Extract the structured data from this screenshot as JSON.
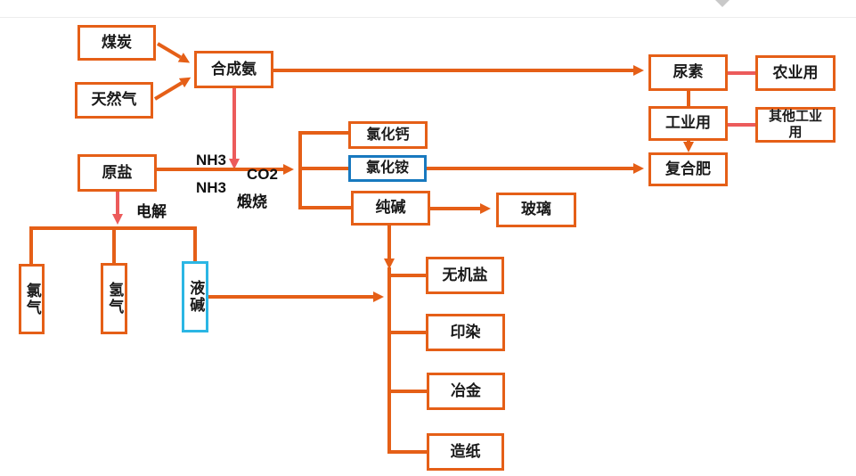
{
  "nodes": {
    "coal": {
      "label": "煤炭"
    },
    "natural_gas": {
      "label": "天然气"
    },
    "synthetic_ammonia": {
      "label": "合成氨"
    },
    "raw_salt": {
      "label": "原盐"
    },
    "urea": {
      "label": "尿素"
    },
    "agricultural_use": {
      "label": "农业用"
    },
    "industrial_use": {
      "label": "工业用"
    },
    "other_industrial_use": {
      "label": "其他工业用"
    },
    "compound_fertilizer": {
      "label": "复合肥"
    },
    "calcium_chloride": {
      "label": "氯化钙"
    },
    "ammonium_chloride": {
      "label": "氯化铵"
    },
    "soda_ash": {
      "label": "纯碱"
    },
    "glass": {
      "label": "玻璃"
    },
    "chlorine_gas": {
      "label": "氯气"
    },
    "hydrogen_gas": {
      "label": "氢气"
    },
    "liquid_caustic": {
      "label": "液碱"
    },
    "inorganic_salt": {
      "label": "无机盐"
    },
    "printing_dyeing": {
      "label": "印染"
    },
    "metallurgy": {
      "label": "冶金"
    },
    "papermaking": {
      "label": "造纸"
    }
  },
  "edge_labels": {
    "nh3_top": "NH3",
    "nh3_bottom": "NH3",
    "co2": "CO2",
    "calcination": "煅烧",
    "electrolysis": "电解"
  },
  "colors": {
    "box_border_orange": "#e55f17",
    "box_border_blue": "#1879bf",
    "box_border_cyan": "#2bb6e4",
    "arrow_orange": "#e55f17",
    "arrow_pink": "#ec5b5b",
    "text": "#1a1a1a"
  }
}
